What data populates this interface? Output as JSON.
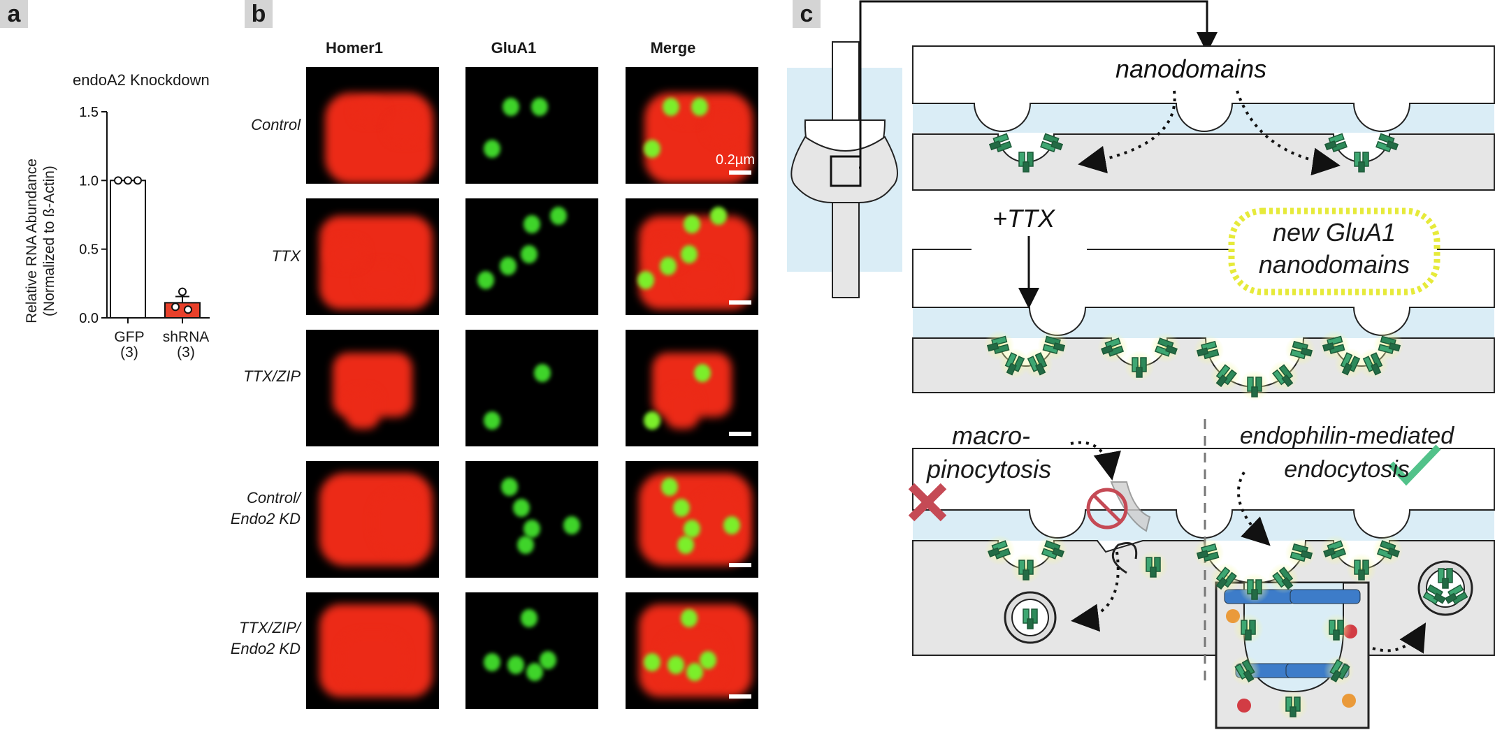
{
  "panels": {
    "a": "a",
    "b": "b",
    "c": "c"
  },
  "panel_a": {
    "title": "endoA2 Knockdown",
    "ylabel_line1": "Relative RNA Abundance",
    "ylabel_line2": "(Normalized to ß-Actin)",
    "yticks": [
      "0.0",
      "0.5",
      "1.0",
      "1.5"
    ],
    "bars": [
      {
        "name": "GFP",
        "n": "(3)"
      },
      {
        "name": "shRNA",
        "n": "(3)"
      }
    ]
  },
  "chart_data": {
    "type": "bar",
    "title": "endoA2 Knockdown",
    "ylabel": "Relative RNA Abundance (Normalized to ß-Actin)",
    "categories": [
      "GFP (3)",
      "shRNA (3)"
    ],
    "values": [
      1.0,
      0.11
    ],
    "errors": [
      0.0,
      0.045
    ],
    "points": [
      [
        1.0,
        1.0,
        1.0
      ],
      [
        0.19,
        0.08,
        0.06
      ]
    ],
    "colors": [
      "#ffffff",
      "#e8402a"
    ],
    "ylim": [
      0,
      1.5
    ]
  },
  "panel_b": {
    "columns": [
      "Homer1",
      "GluA1",
      "Merge"
    ],
    "rows": [
      {
        "line1": "Control",
        "line2": ""
      },
      {
        "line1": "TTX",
        "line2": ""
      },
      {
        "line1": "TTX/ZIP",
        "line2": ""
      },
      {
        "line1": "Control/",
        "line2": "Endo2 KD"
      },
      {
        "line1": "TTX/ZIP/",
        "line2": "Endo2 KD"
      }
    ],
    "scale_label": "0.2µm"
  },
  "panel_c": {
    "nanodomains": "nanodomains",
    "ttx": "+TTX",
    "new_line1": "new GluA1",
    "new_line2": "nanodomains",
    "macro_line1": "macro-",
    "macro_line2": "pinocytosis",
    "endo_line1": "endophilin-mediated",
    "endo_line2": "endocytosis"
  }
}
